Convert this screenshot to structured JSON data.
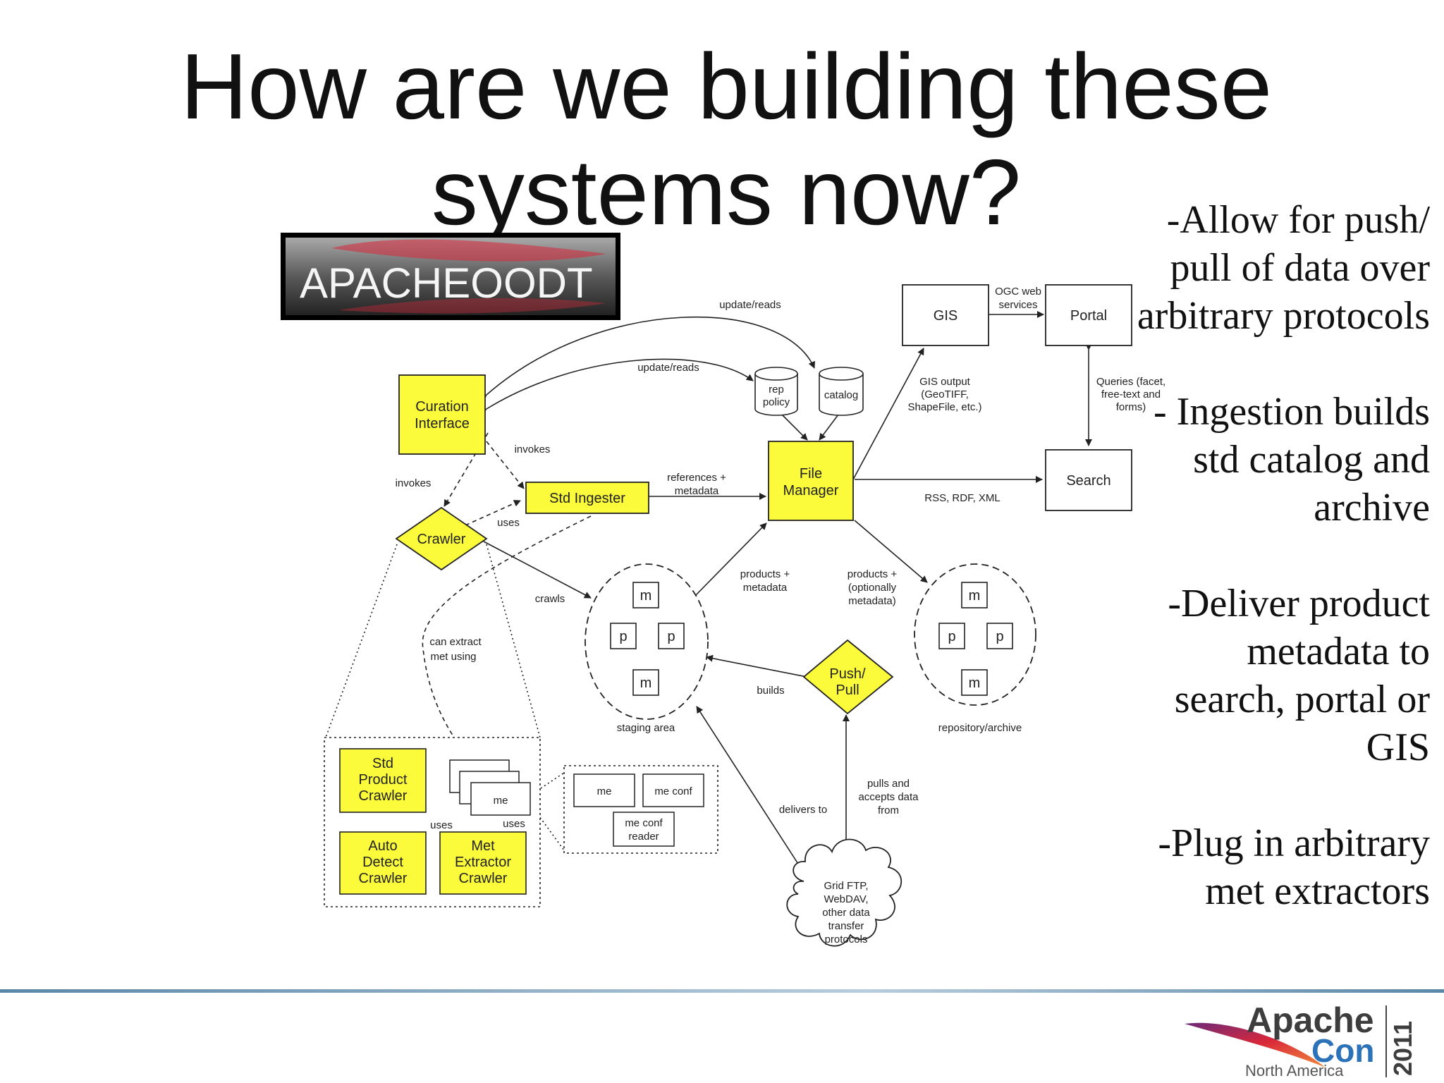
{
  "slide": {
    "title": "How are we building these systems now?"
  },
  "bullets": [
    "-Allow for push/ pull of data over arbitrary protocols",
    "- Ingestion builds std catalog and archive",
    "-Deliver product metadata to search, portal or GIS",
    "-Plug in arbitrary met extractors"
  ],
  "logo": {
    "apache_oodt": "APACHEOODT",
    "apachecon_apache": "Apache",
    "apachecon_con": "Con",
    "apachecon_region": "North America",
    "apachecon_year": "2011"
  },
  "diagram": {
    "nodes": {
      "curation": [
        "Curation",
        "Interface"
      ],
      "std_ingester": "Std Ingester",
      "crawler": "Crawler",
      "file_manager": [
        "File",
        "Manager"
      ],
      "rep_policy": [
        "rep",
        "policy"
      ],
      "catalog": "catalog",
      "gis": "GIS",
      "portal": "Portal",
      "search": "Search",
      "push_pull": [
        "Push/",
        "Pull"
      ],
      "std_product_crawler": [
        "Std",
        "Product",
        "Crawler"
      ],
      "auto_detect_crawler": [
        "Auto",
        "Detect",
        "Crawler"
      ],
      "met_extractor_crawler": [
        "Met",
        "Extractor",
        "Crawler"
      ],
      "me_stack": "me",
      "me": "me",
      "me_conf": "me conf",
      "me_conf_reader": [
        "me conf",
        "reader"
      ],
      "grid_cloud": [
        "Grid FTP,",
        "WebDAV,",
        "other data",
        "transfer",
        "protocols"
      ],
      "m": "m",
      "p": "p"
    },
    "labels": {
      "update_reads_top": "update/reads",
      "update_reads": "update/reads",
      "ogc": [
        "OGC web",
        "services"
      ],
      "gis_output": [
        "GIS output",
        "(GeoTIFF,",
        "ShapeFile, etc.)"
      ],
      "queries": [
        "Queries (facet,",
        "free-text and",
        "forms)"
      ],
      "invokes_right": "invokes",
      "invokes_left": "invokes",
      "references": [
        "references +",
        "metadata"
      ],
      "rss": "RSS, RDF, XML",
      "uses_top": "uses",
      "crawls": "crawls",
      "can_extract": [
        "can extract",
        "met using"
      ],
      "products_metadata": [
        "products +",
        "metadata"
      ],
      "products_optional": [
        "products +",
        "(optionally",
        "metadata)"
      ],
      "builds": "builds",
      "staging_area": "staging area",
      "repository": "repository/archive",
      "delivers_to": "delivers to",
      "pulls_accepts": [
        "pulls and",
        "accepts data",
        "from"
      ],
      "uses_left": "uses",
      "uses_right": "uses"
    }
  },
  "colors": {
    "node_fill": "#fbfb3c",
    "box_fill": "#ffffff",
    "stroke": "#222222",
    "footer_line": "#5a87a8",
    "feather_red": "#d9283a"
  }
}
